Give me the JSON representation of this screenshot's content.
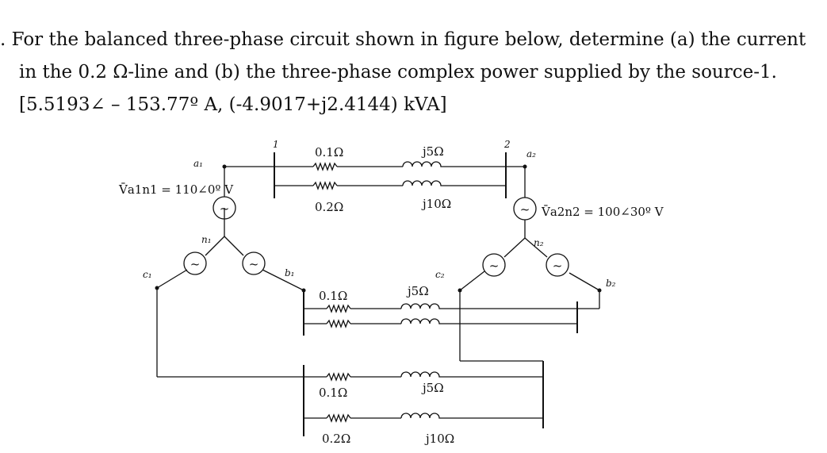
{
  "problem": {
    "line1": ". For the balanced three-phase circuit shown in figure below, determine (a) the current",
    "line2": "in the 0.2 Ω-line and (b) the three-phase complex power supplied by the source-1.",
    "line3": "[5.5193∠ – 153.77º A, (-4.9017+j2.4144) kVA]"
  },
  "diagram": {
    "bus1": "1",
    "bus2": "2",
    "a1": "a₁",
    "n1": "n₁",
    "b1": "b₁",
    "c1": "c₁",
    "a2": "a₂",
    "n2": "n₂",
    "b2": "b₂",
    "c2": "c₂",
    "v1": "V̄a1n1 = 110∠0º V",
    "v2": "V̄a2n2 = 100∠30º V",
    "a_r1": "0.1Ω",
    "a_x1": "j5Ω",
    "a_r2": "0.2Ω",
    "a_x2": "j10Ω",
    "b_r1": "0.1Ω",
    "b_x1": "j5Ω",
    "c_x1": "j5Ω",
    "c_r1": "0.1Ω",
    "c_r2": "0.2Ω",
    "c_x2": "j10Ω",
    "src_symbol": "~"
  }
}
